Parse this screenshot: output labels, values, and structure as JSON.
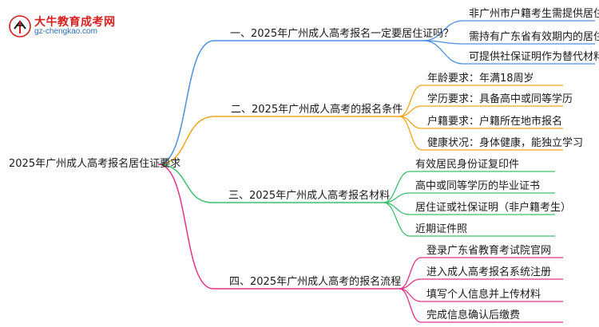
{
  "logo": {
    "title": "大牛教育成考网",
    "url": "gz-chengkao.com"
  },
  "root": "2025年广州成人高考报名居住证要求",
  "colors": {
    "branch1": "#4a90e2",
    "branch2": "#f2a51a",
    "branch3": "#3cbf6e",
    "branch4": "#e0348a"
  },
  "branches": [
    {
      "label": "一、2025年广州成人高考报名一定要居住证吗？",
      "items": [
        "非广州市户籍考生需提供居住证",
        "需持有广东省有效期内的居住证",
        "可提供社保证明作为替代材料"
      ]
    },
    {
      "label": "二、2025年广州成人高考的报名条件",
      "items": [
        "年龄要求：年满18周岁",
        "学历要求：具备高中或同等学历",
        "户籍要求：户籍所在地市报名",
        "健康状况：身体健康，能独立学习"
      ]
    },
    {
      "label": "三、2025年广州成人高考报名材料",
      "items": [
        "有效居民身份证复印件",
        "高中或同等学历的毕业证书",
        "居住证或社保证明（非户籍考生）",
        "近期证件照"
      ]
    },
    {
      "label": "四、2025年广州成人高考的报名流程",
      "items": [
        "登录广东省教育考试院官网",
        "进入成人高考报名系统注册",
        "填写个人信息并上传材料",
        "完成信息确认后缴费"
      ]
    }
  ]
}
